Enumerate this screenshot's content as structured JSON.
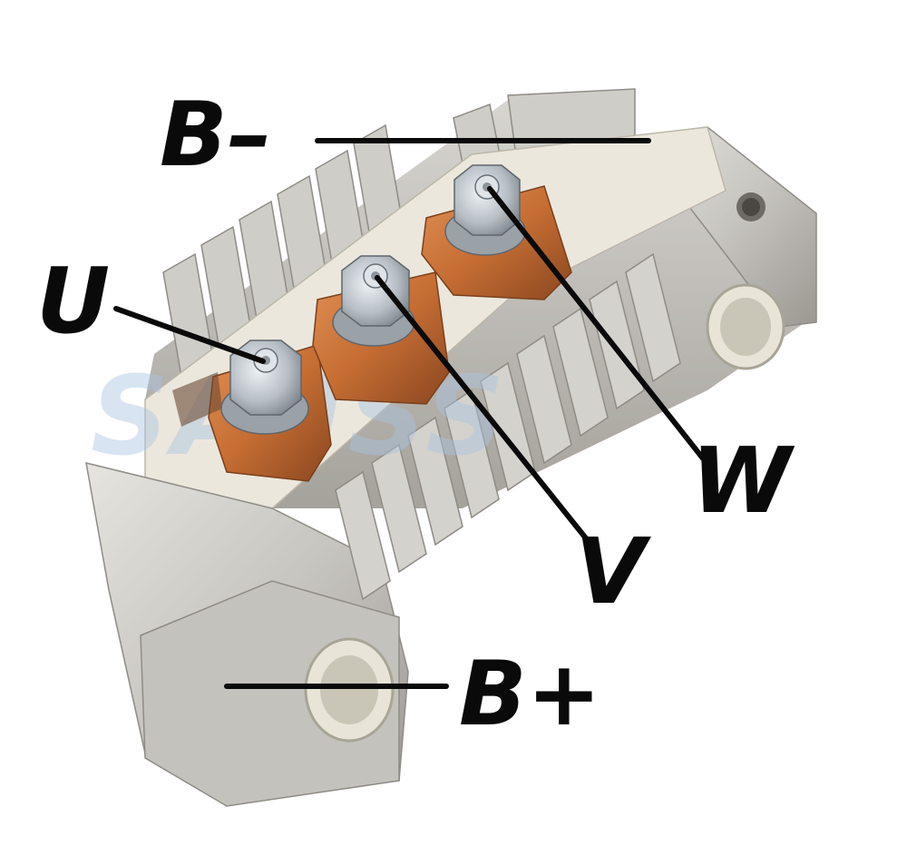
{
  "labels": {
    "b_minus": "B–",
    "u": "U",
    "v": "V",
    "w": "W",
    "b_plus": "B+"
  },
  "watermark": "SAUSS",
  "colors": {
    "aluminum": "#c9c7c2",
    "aluminum_dark": "#9d9a94",
    "aluminum_light": "#e4e2dd",
    "insulator": "#ece7dc",
    "copper": "#c8733a",
    "copper_dark": "#8a4720",
    "nut": "#b9c0c6",
    "leader_line": "#0a0a0a",
    "watermark": "#a9c4e0"
  }
}
